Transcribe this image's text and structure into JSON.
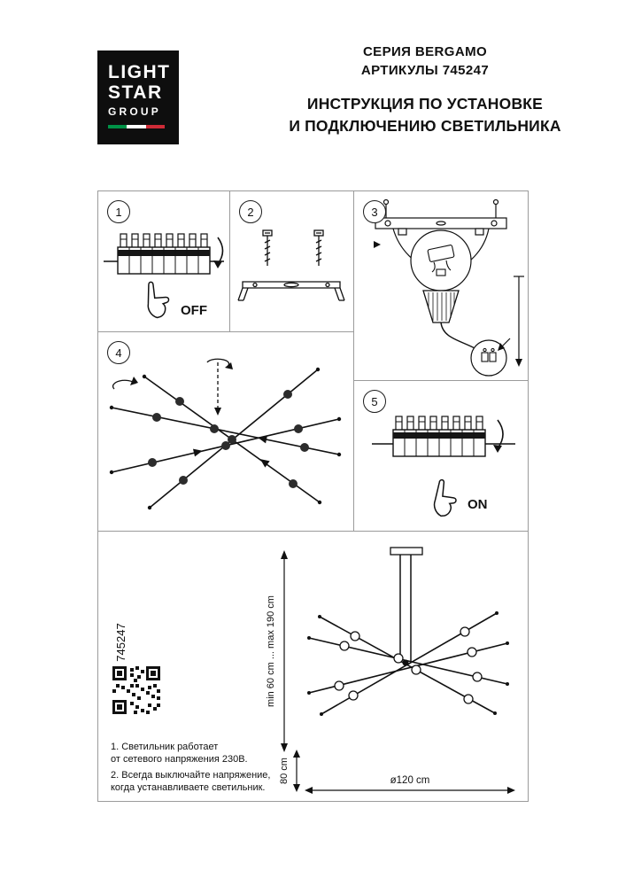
{
  "logo": {
    "line1": "LIGHT",
    "line2": "STAR",
    "line3": "GROUP"
  },
  "header": {
    "series": "СЕРИЯ BERGAMO",
    "articles": "АРТИКУЛЫ 745247",
    "title_line1": "ИНСТРУКЦИЯ ПО УСТАНОВКЕ",
    "title_line2": "И ПОДКЛЮЧЕНИЮ СВЕТИЛЬНИКА"
  },
  "steps": {
    "s1": "1",
    "s2": "2",
    "s3": "3",
    "s4": "4",
    "s5": "5"
  },
  "labels": {
    "off": "OFF",
    "on": "ON"
  },
  "dimensions": {
    "article": "745247",
    "height_range": "min 60 cm ... max 190 cm",
    "body_height": "80 cm",
    "diameter": "ø120 cm"
  },
  "notes": [
    "1. Светильник работает",
    "от сетевого напряжения 230В.",
    "2. Всегда выключайте напряжение,",
    "когда устанавливаете светильник."
  ],
  "colors": {
    "flag_green": "#009246",
    "flag_white": "#ffffff",
    "flag_red": "#ce2b37",
    "line": "#1a1a1a"
  }
}
